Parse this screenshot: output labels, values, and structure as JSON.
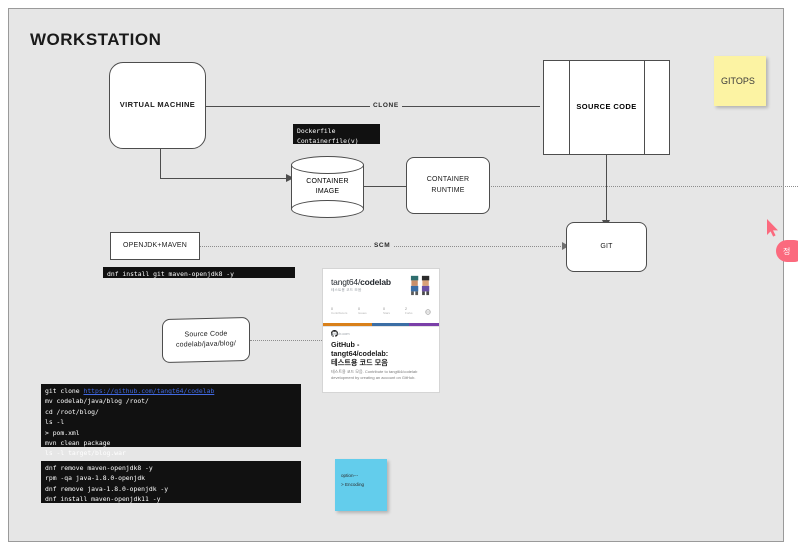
{
  "diagram": {
    "title": "WORKSTATION",
    "nodes": {
      "virtual_machine": "VIRTUAL MACHINE",
      "source_code": "SOURCE CODE",
      "container_image_l1": "CONTAINER",
      "container_image_l2": "IMAGE",
      "container_runtime_l1": "CONTAINER",
      "container_runtime_l2": "RUNTIME",
      "git": "GIT",
      "openjdk_maven": "OPENJDK+MAVEN",
      "source_code_path_l1": "Source Code",
      "source_code_path_l2": "codelab/java/blog/"
    },
    "edge_labels": {
      "clone": "CLONE",
      "scm": "SCM"
    },
    "sticky_notes": {
      "gitops": "GITOPS",
      "encoding_l1": "option---",
      "encoding_l2": "> Encoding"
    },
    "dockerfile_label": {
      "line1": "Dockerfile",
      "line2": "Containerfile(v)"
    },
    "terminals": {
      "install": "dnf install git maven-openjdk8 -y",
      "build_lines": [
        "git clone ",
        "mv codelab/java/blog /root/",
        "cd /root/blog/",
        "ls -l",
        "> pom.xml",
        "mvn clean package",
        "ls -l target/blog.war"
      ],
      "build_link": "https://github.com/tangt64/codelab",
      "jdk_lines": [
        "dnf remove maven-openjdk8 -y",
        "rpm -qa java-1.8.0-openjdk",
        "dnf remove java-1.8.0-openjdk -y",
        "dnf install maven-openjdk11 -y"
      ]
    },
    "github_card": {
      "repo_owner": "tangt64/",
      "repo_name": "codelab",
      "repo_subtitle": "테스트용 코드 모음",
      "stats": [
        {
          "value": "0",
          "label": "Contributors"
        },
        {
          "value": "0",
          "label": "Issues"
        },
        {
          "value": "0",
          "label": "Stars"
        },
        {
          "value": "2",
          "label": "Forks"
        }
      ],
      "site": "github.com",
      "title_line1": "GitHub -",
      "title_line2": "tangt64/codelab:",
      "title_line3": "테스트용 코드 모음",
      "description": "테스트용 코드 모음. Contribute to tangt64/codelab development by creating an account on GitHub."
    },
    "annotation_badge": "정",
    "colors": {
      "canvas": "#e6e6e6",
      "sticky_yellow": "#fcf3a3",
      "sticky_blue": "#63cdec",
      "terminal_bg": "#111111",
      "accent_pink": "#fb6a7e",
      "link_blue": "#4169e1"
    }
  }
}
